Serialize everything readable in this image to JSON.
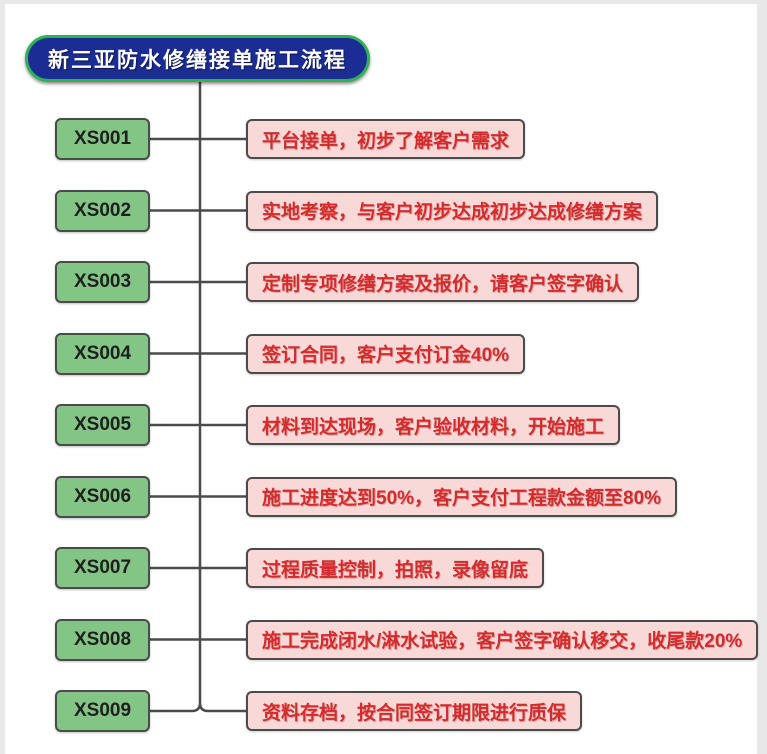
{
  "title": {
    "text": "新三亚防水修缮接单施工流程"
  },
  "steps": [
    {
      "code": "XS001",
      "desc": "平台接单，初步了解客户需求"
    },
    {
      "code": "XS002",
      "desc": "实地考察，与客户初步达成初步达成修缮方案"
    },
    {
      "code": "XS003",
      "desc": "定制专项修缮方案及报价，请客户签字确认"
    },
    {
      "code": "XS004",
      "desc": "签订合同，客户支付订金40%"
    },
    {
      "code": "XS005",
      "desc": "材料到达现场，客户验收材料，开始施工"
    },
    {
      "code": "XS006",
      "desc": "施工进度达到50%，客户支付工程款金额至80%"
    },
    {
      "code": "XS007",
      "desc": "过程质量控制，拍照，录像留底"
    },
    {
      "code": "XS008",
      "desc": "施工完成闭水/淋水试验，客户签字确认移交，收尾款20%"
    },
    {
      "code": "XS009",
      "desc": "资料存档，按合同签订期限进行质保"
    }
  ],
  "colors": {
    "page_background": "#e8e8e8",
    "canvas_background": "#ffffff",
    "title_background": "#1b2c94",
    "title_border": "#2eb257",
    "title_text": "#ffffff",
    "code_background": "#82c585",
    "code_border": "#4b4b4b",
    "code_text": "#1f1f1f",
    "desc_background": "#f9d8d8",
    "desc_border": "#4b4b4b",
    "desc_text": "#d22c2c",
    "connector_line": "#4b4b4b"
  }
}
